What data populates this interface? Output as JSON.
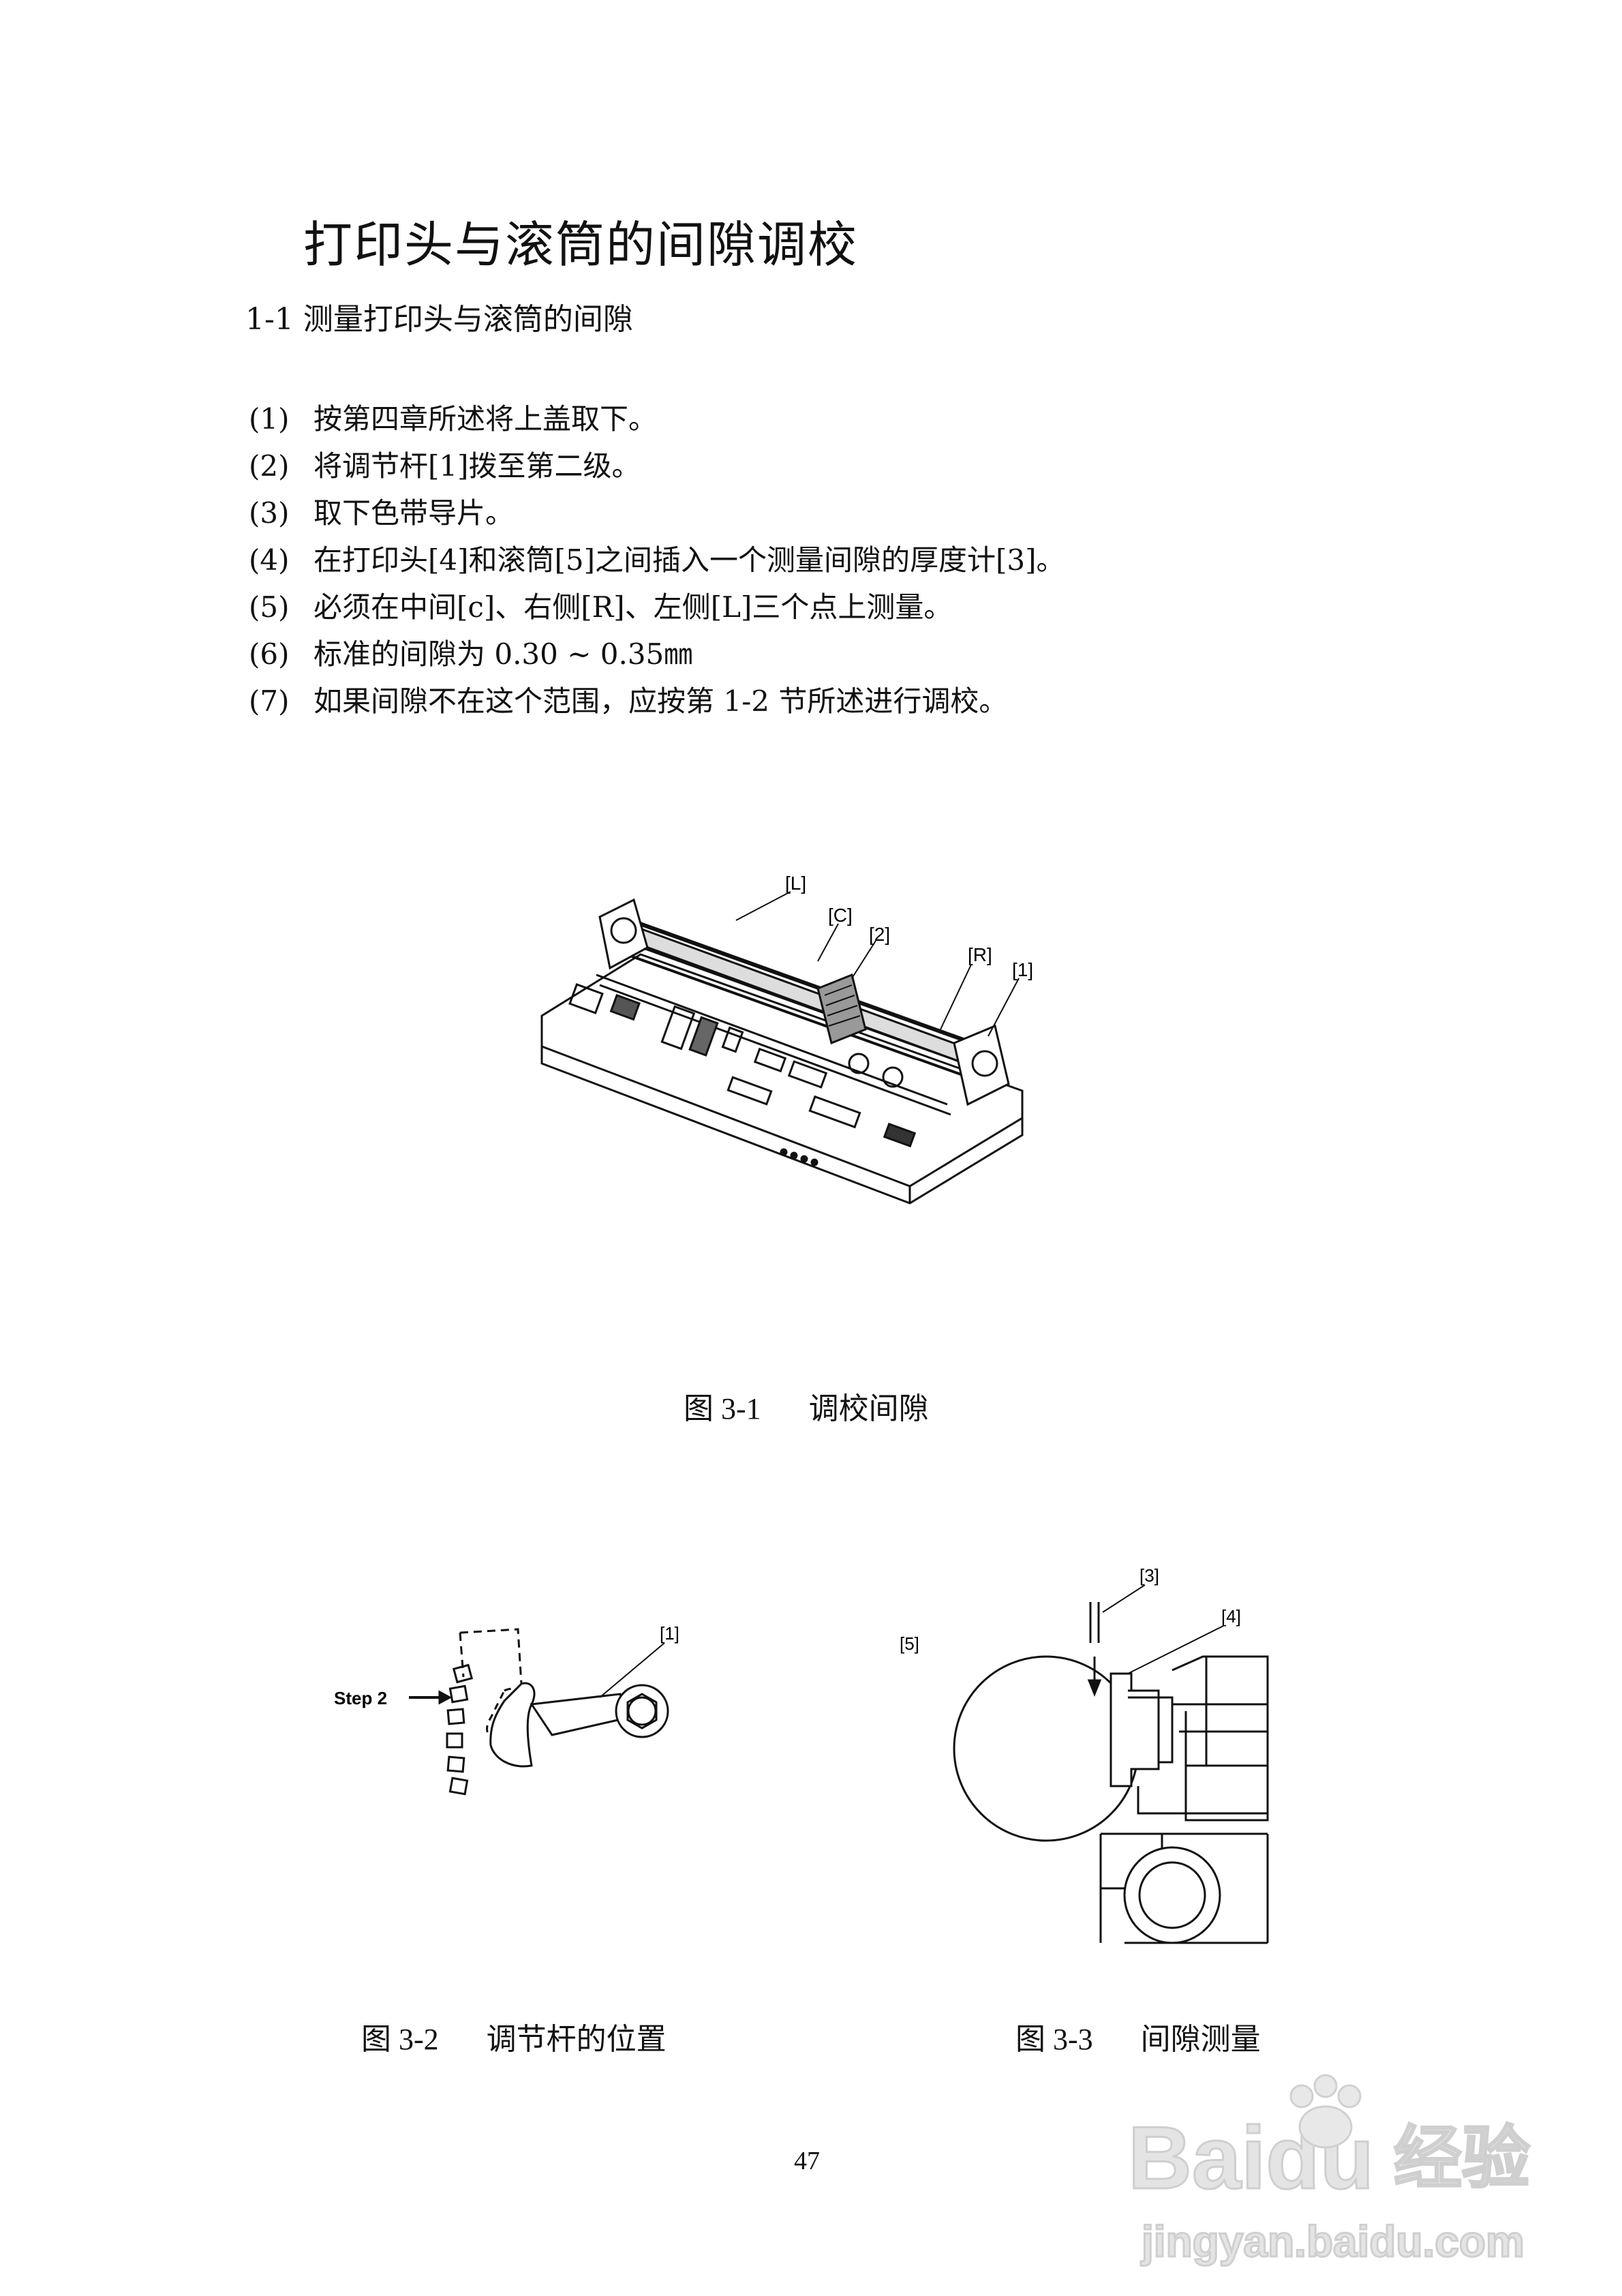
{
  "page": {
    "title": "打印头与滚筒的间隙调校",
    "section": "1-1 测量打印头与滚筒的间隙",
    "steps": [
      {
        "num": "(1)",
        "text": "按第四章所述将上盖取下。"
      },
      {
        "num": "(2)",
        "text": "将调节杆[1]拨至第二级。"
      },
      {
        "num": "(3)",
        "text": "取下色带导片。"
      },
      {
        "num": "(4)",
        "text": "在打印头[4]和滚筒[5]之间插入一个测量间隙的厚度计[3]。"
      },
      {
        "num": "(5)",
        "text": "必须在中间[c]、右侧[R]、左侧[L]三个点上测量。"
      },
      {
        "num": "(6)",
        "text": "标准的间隙为 0.30 ~  0.35㎜"
      },
      {
        "num": "(7)",
        "text": "如果间隙不在这个范围，应按第 1-2 节所述进行调校。"
      }
    ],
    "page_number": "47"
  },
  "figures": {
    "fig1": {
      "caption_num": "图 3-1",
      "caption_text": "调校间隙",
      "labels": {
        "L": "[L]",
        "C": "[C]",
        "two": "[2]",
        "R": "[R]",
        "one": "[1]"
      }
    },
    "fig2": {
      "caption_num": "图 3-2",
      "caption_text": "调节杆的位置",
      "labels": {
        "step": "Step 2",
        "one": "[1]"
      }
    },
    "fig3": {
      "caption_num": "图 3-3",
      "caption_text": "间隙测量",
      "labels": {
        "three": "[3]",
        "four": "[4]",
        "five": "[5]"
      }
    }
  },
  "watermark": {
    "brand": "Baidu",
    "brand_cn": "经验",
    "url": "jingyan.baidu.com"
  }
}
